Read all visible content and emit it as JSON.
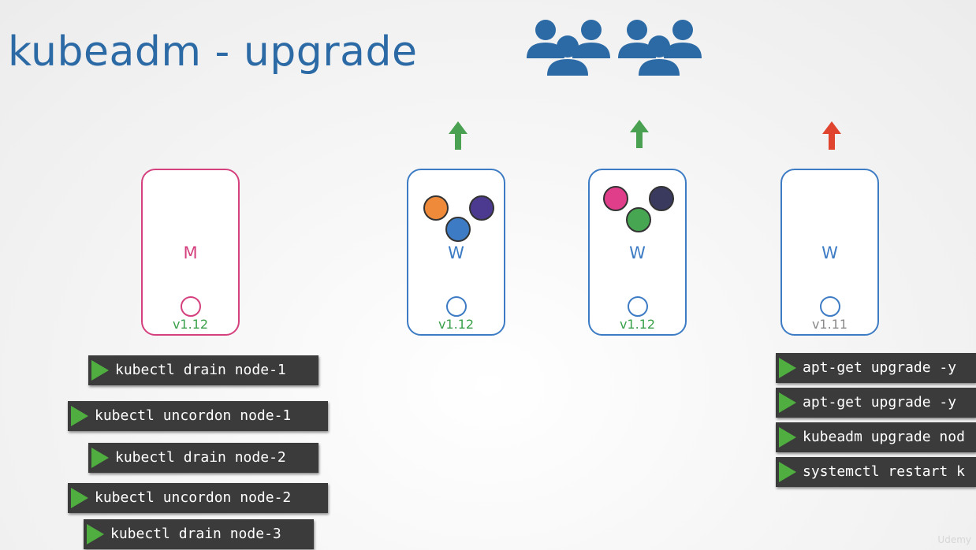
{
  "title": "kubeadm - upgrade",
  "colors": {
    "title_blue": "#2c6aa6",
    "node_blue": "#3d7cc4",
    "master_pink": "#d5407e",
    "version_green": "#3aa14a",
    "arrow_green": "#4aa152",
    "arrow_red": "#e0442f",
    "command_bg": "#3b3b3b",
    "play_green": "#4fae3f"
  },
  "users_icon": "users-group-icon",
  "nodes": [
    {
      "label": "M",
      "version": "v1.12",
      "type": "master"
    },
    {
      "label": "W",
      "version": "v1.12",
      "type": "worker",
      "arrow": "green"
    },
    {
      "label": "W",
      "version": "v1.12",
      "type": "worker",
      "arrow": "green"
    },
    {
      "label": "W",
      "version": "v1.11",
      "type": "worker",
      "arrow": "red"
    }
  ],
  "left_commands": [
    "kubectl drain node-1",
    "kubectl uncordon node-1",
    "kubectl drain node-2",
    "kubectl uncordon node-2",
    "kubectl drain node-3"
  ],
  "right_commands": [
    "apt-get upgrade -y",
    "apt-get upgrade -y",
    "kubeadm upgrade nod",
    "systemctl restart k"
  ],
  "watermark": "Udemy"
}
